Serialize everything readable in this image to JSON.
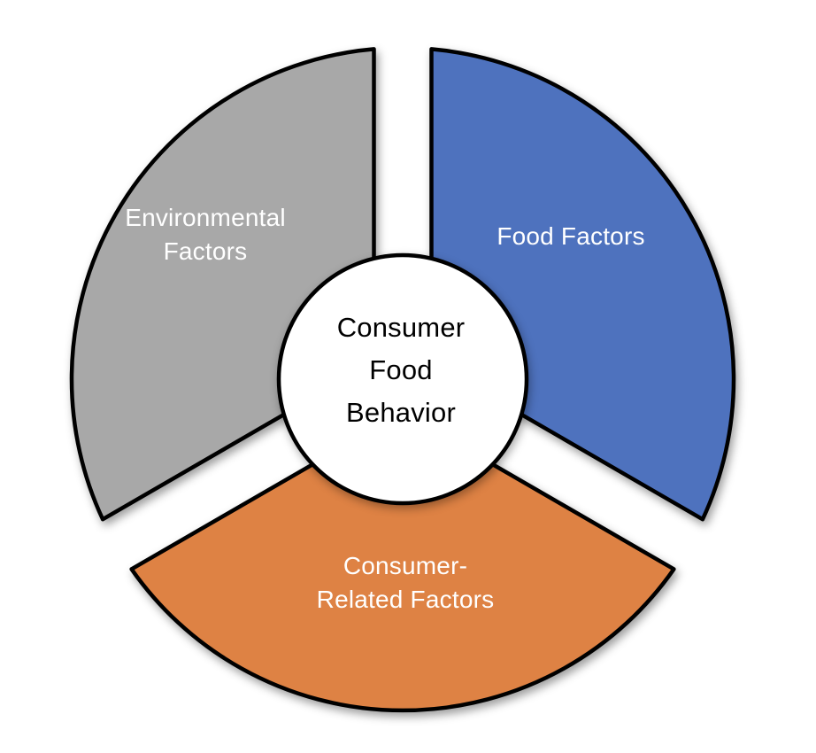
{
  "diagram": {
    "kind": "segmented-pie-diagram",
    "outline_color": "#000000",
    "background_color": "#ffffff",
    "center": {
      "label": "Consumer Food Behavior",
      "lines": [
        "Consumer",
        "Food",
        "Behavior"
      ],
      "fill_color": "#ffffff",
      "text_color": "#000000"
    },
    "segments": [
      {
        "id": "environmental",
        "position": "top-left",
        "label": "Environmental Factors",
        "lines": [
          "Environmental",
          "Factors"
        ],
        "color": "#a8a8a8",
        "text_color": "#ffffff"
      },
      {
        "id": "food",
        "position": "top-right",
        "label": "Food Factors",
        "lines": [
          "Food Factors"
        ],
        "color": "#4e72be",
        "text_color": "#ffffff"
      },
      {
        "id": "consumer-related",
        "position": "bottom",
        "label": "Consumer-Related Factors",
        "lines": [
          "Consumer-",
          "Related Factors"
        ],
        "color": "#de8244",
        "text_color": "#ffffff"
      }
    ]
  }
}
